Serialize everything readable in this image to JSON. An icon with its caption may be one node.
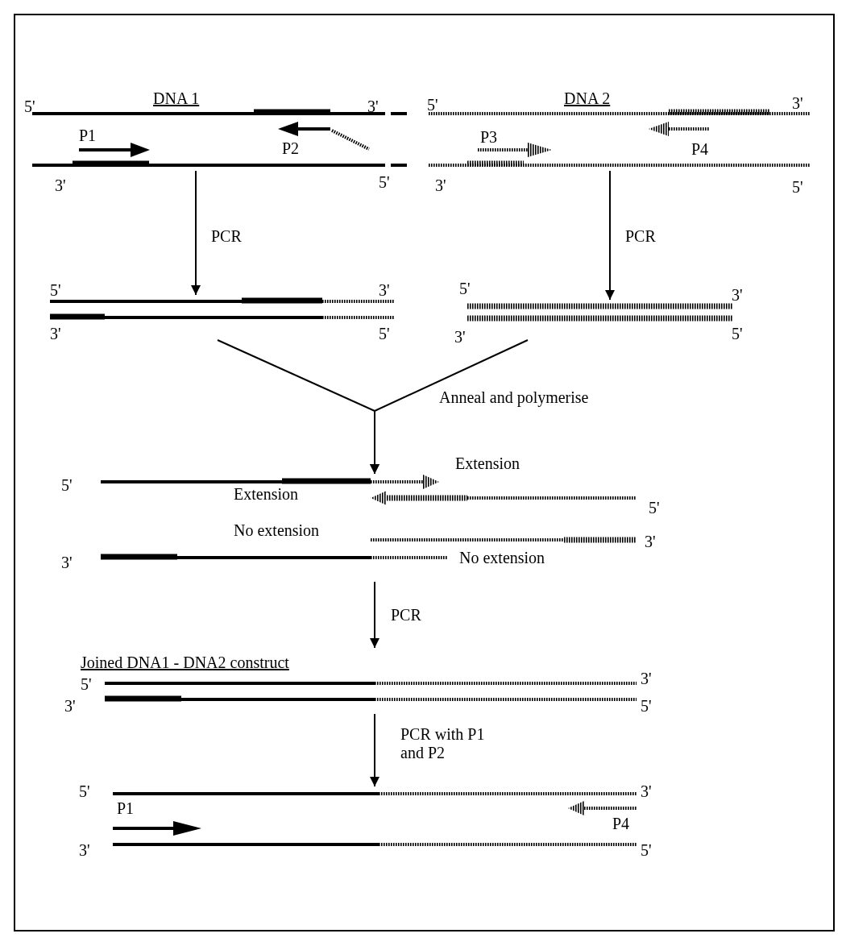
{
  "diagram": {
    "nodes": [
      {
        "text": [
          "DNA 1"
        ]
      },
      {
        "text": [
          "DNA 2"
        ]
      },
      {
        "text": [],
        "shape": "picture"
      },
      {
        "text": [],
        "shape": "picture"
      },
      {
        "text": [],
        "shape": "picture"
      },
      {
        "text": [
          "Joined DNA1 - DNA2 construct"
        ]
      },
      {
        "text": [],
        "shape": "picture"
      }
    ],
    "edges": [
      {
        "from": 0,
        "to": 2,
        "arrow": "to",
        "label": "PCR"
      },
      {
        "from": 1,
        "to": 3,
        "arrow": "to",
        "label": "PCR"
      },
      {
        "from": 2,
        "to": 4,
        "arrow": "to"
      },
      {
        "from": 3,
        "to": 4,
        "arrow": "to",
        "label": "Anneal and polymerise"
      },
      {
        "from": 4,
        "to": 5,
        "arrow": "to",
        "label": "PCR"
      },
      {
        "from": 5,
        "to": 6,
        "arrow": "to",
        "label": "PCR with P1 and P2"
      }
    ],
    "labels": [
      "5'",
      "3'",
      "5'",
      "3'",
      "P1",
      "P3",
      "P2",
      "P4",
      "3'",
      "5'",
      "3'",
      "5'",
      "5'",
      "3'",
      "5'",
      "3'",
      "3'",
      "5'",
      "3'",
      "5'",
      "Extension",
      "5'",
      "Extension",
      "5'",
      "No extension",
      "3'",
      "3'",
      "No extension",
      "5'",
      "3'",
      "3'",
      "5'",
      "5'",
      "3'",
      "P1",
      "P4",
      "3'",
      "5'"
    ]
  }
}
